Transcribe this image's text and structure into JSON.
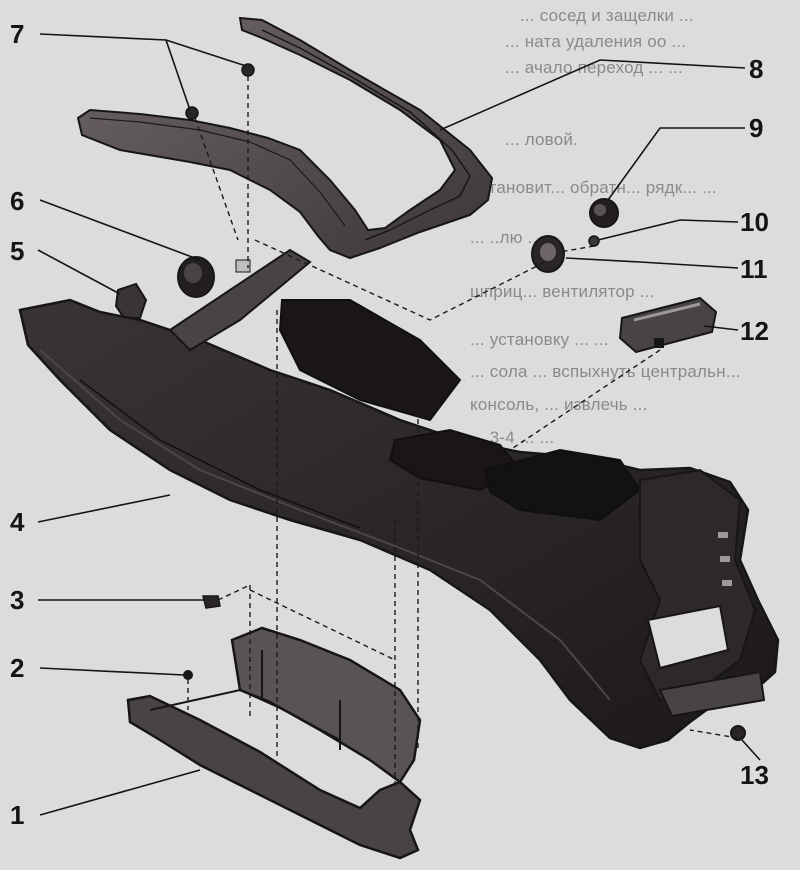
{
  "diagram": {
    "callouts": [
      {
        "id": "1",
        "label": "1"
      },
      {
        "id": "2",
        "label": "2"
      },
      {
        "id": "3",
        "label": "3"
      },
      {
        "id": "4",
        "label": "4"
      },
      {
        "id": "5",
        "label": "5"
      },
      {
        "id": "6",
        "label": "6"
      },
      {
        "id": "7",
        "label": "7"
      },
      {
        "id": "8",
        "label": "8"
      },
      {
        "id": "9",
        "label": "9"
      },
      {
        "id": "10",
        "label": "10"
      },
      {
        "id": "11",
        "label": "11"
      },
      {
        "id": "12",
        "label": "12"
      },
      {
        "id": "13",
        "label": "13"
      }
    ],
    "background_text_fragments": [
      "... сосед и защелки ...",
      "... ната удаления оо ...",
      "... ачало переход ... ...",
      "... ловой.",
      "Установит... обратн... рядк... ...",
      "... ..лю ...",
      "шприц... вентилятор ...",
      "... установку ... ...",
      "... сола ... вспыхнуть центральн...",
      "консоль, ... извлечь ...",
      "... 3-4 ... ...",
      "... ...",
      "... ..."
    ],
    "colors": {
      "paper": "#dcdcdc",
      "part_dark": "#2a2526",
      "part_mid": "#4a4344",
      "part_light": "#6e6667",
      "line": "#161616",
      "label": "#141414",
      "bg_text": "#8a8a8a"
    }
  }
}
